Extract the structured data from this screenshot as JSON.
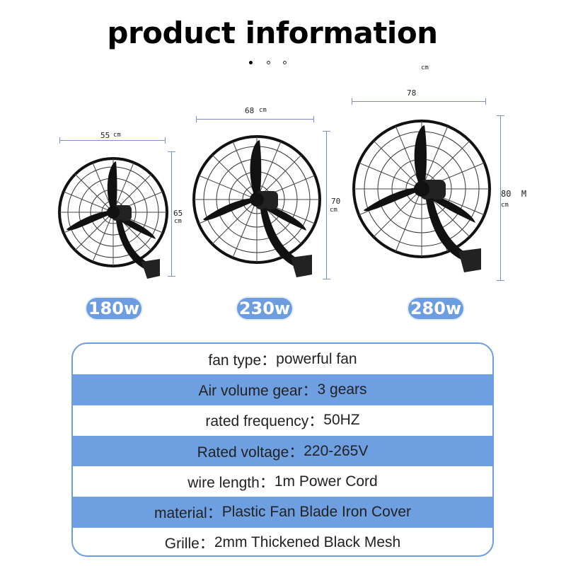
{
  "header": {
    "title": "product information"
  },
  "carousel": {
    "dots": [
      true,
      false,
      false
    ]
  },
  "models": [
    {
      "power": "180w",
      "width_label": "55",
      "width_unit": "cm",
      "height_label": "65",
      "height_unit": "cm"
    },
    {
      "power": "230w",
      "width_label": "68",
      "width_unit": "cm",
      "height_label": "70",
      "height_unit": "cm"
    },
    {
      "power": "280w",
      "width_label": "78",
      "width_unit": "cm",
      "height_label": "80  M",
      "height_unit": "cm"
    }
  ],
  "specs": [
    {
      "label": "fan type：",
      "value": "powerful fan",
      "highlight": false
    },
    {
      "label": "Air volume gear：",
      "value": "3 gears",
      "highlight": true
    },
    {
      "label": "rated frequency：",
      "value": "50HZ",
      "highlight": false
    },
    {
      "label": "Rated voltage：",
      "value": "220-265V",
      "highlight": true
    },
    {
      "label": "wire length：",
      "value": "1m Power Cord",
      "highlight": false
    },
    {
      "label": "material：",
      "value": "Plastic Fan Blade Iron Cover",
      "highlight": true
    },
    {
      "label": "Grille：",
      "value": "2mm Thickened Black Mesh",
      "highlight": false
    }
  ],
  "colors": {
    "accent": "#6b9de0",
    "dimension_line": "#7e90c8",
    "fan_body": "#111111"
  }
}
